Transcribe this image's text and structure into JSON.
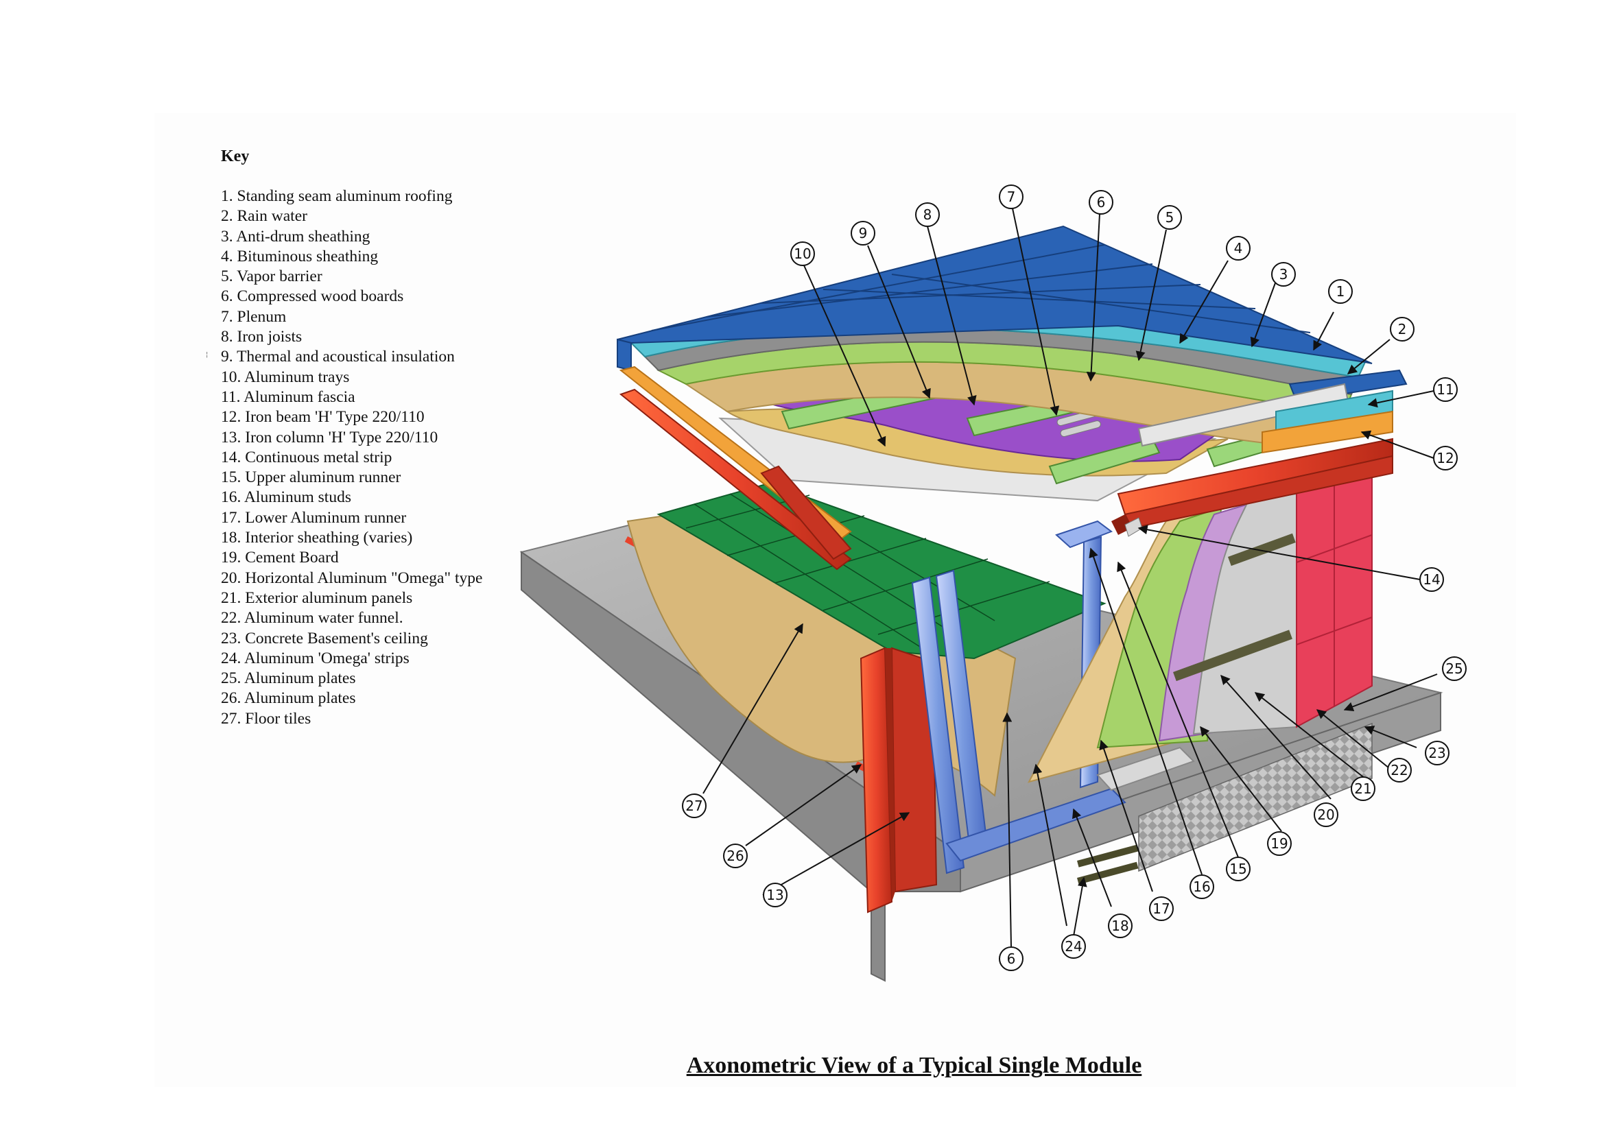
{
  "key": {
    "title": "Key",
    "items": [
      "1. Standing seam aluminum roofing",
      "2. Rain water",
      "3. Anti-drum sheathing",
      "4. Bituminous sheathing",
      "5. Vapor barrier",
      "6. Compressed wood boards",
      "7. Plenum",
      "8. Iron joists",
      "9. Thermal and acoustical insulation",
      "10. Aluminum trays",
      "11. Aluminum fascia",
      "12. Iron beam 'H' Type 220/110",
      "13. Iron column 'H' Type 220/110",
      "14. Continuous metal strip",
      "15. Upper aluminum runner",
      "16. Aluminum studs",
      "17. Lower Aluminum runner",
      "18. Interior sheathing (varies)",
      "19. Cement Board",
      "20. Horizontal Aluminum \"Omega\" type",
      "21. Exterior aluminum panels",
      "22. Aluminum water funnel.",
      "23. Concrete Basement's ceiling",
      "24. Aluminum 'Omega' strips",
      "25. Aluminum plates",
      "26. Aluminum plates",
      "27. Floor tiles"
    ]
  },
  "stray_mark": "¦",
  "callouts": [
    "1",
    "2",
    "3",
    "4",
    "5",
    "6",
    "7",
    "8",
    "9",
    "10",
    "11",
    "12",
    "13",
    "14",
    "15",
    "16",
    "17",
    "18",
    "19",
    "20",
    "21",
    "22",
    "23",
    "24",
    "25",
    "26",
    "27",
    "6"
  ],
  "caption": "Axonometric View of a Typical Single Module",
  "colors": {
    "roof_blue": "#2a63b5",
    "sheathing_cyan": "#56c4d4",
    "vapor_green": "#a6d36a",
    "wood_tan": "#d9b87a",
    "plenum_purple": "#9a4fc9",
    "iron_red": "#e8432b",
    "floor_tile_green": "#1f8f45",
    "panel_pink": "#e8405a",
    "concrete_gray": "#a8a8a8",
    "stud_blue": "#7a9be0"
  }
}
